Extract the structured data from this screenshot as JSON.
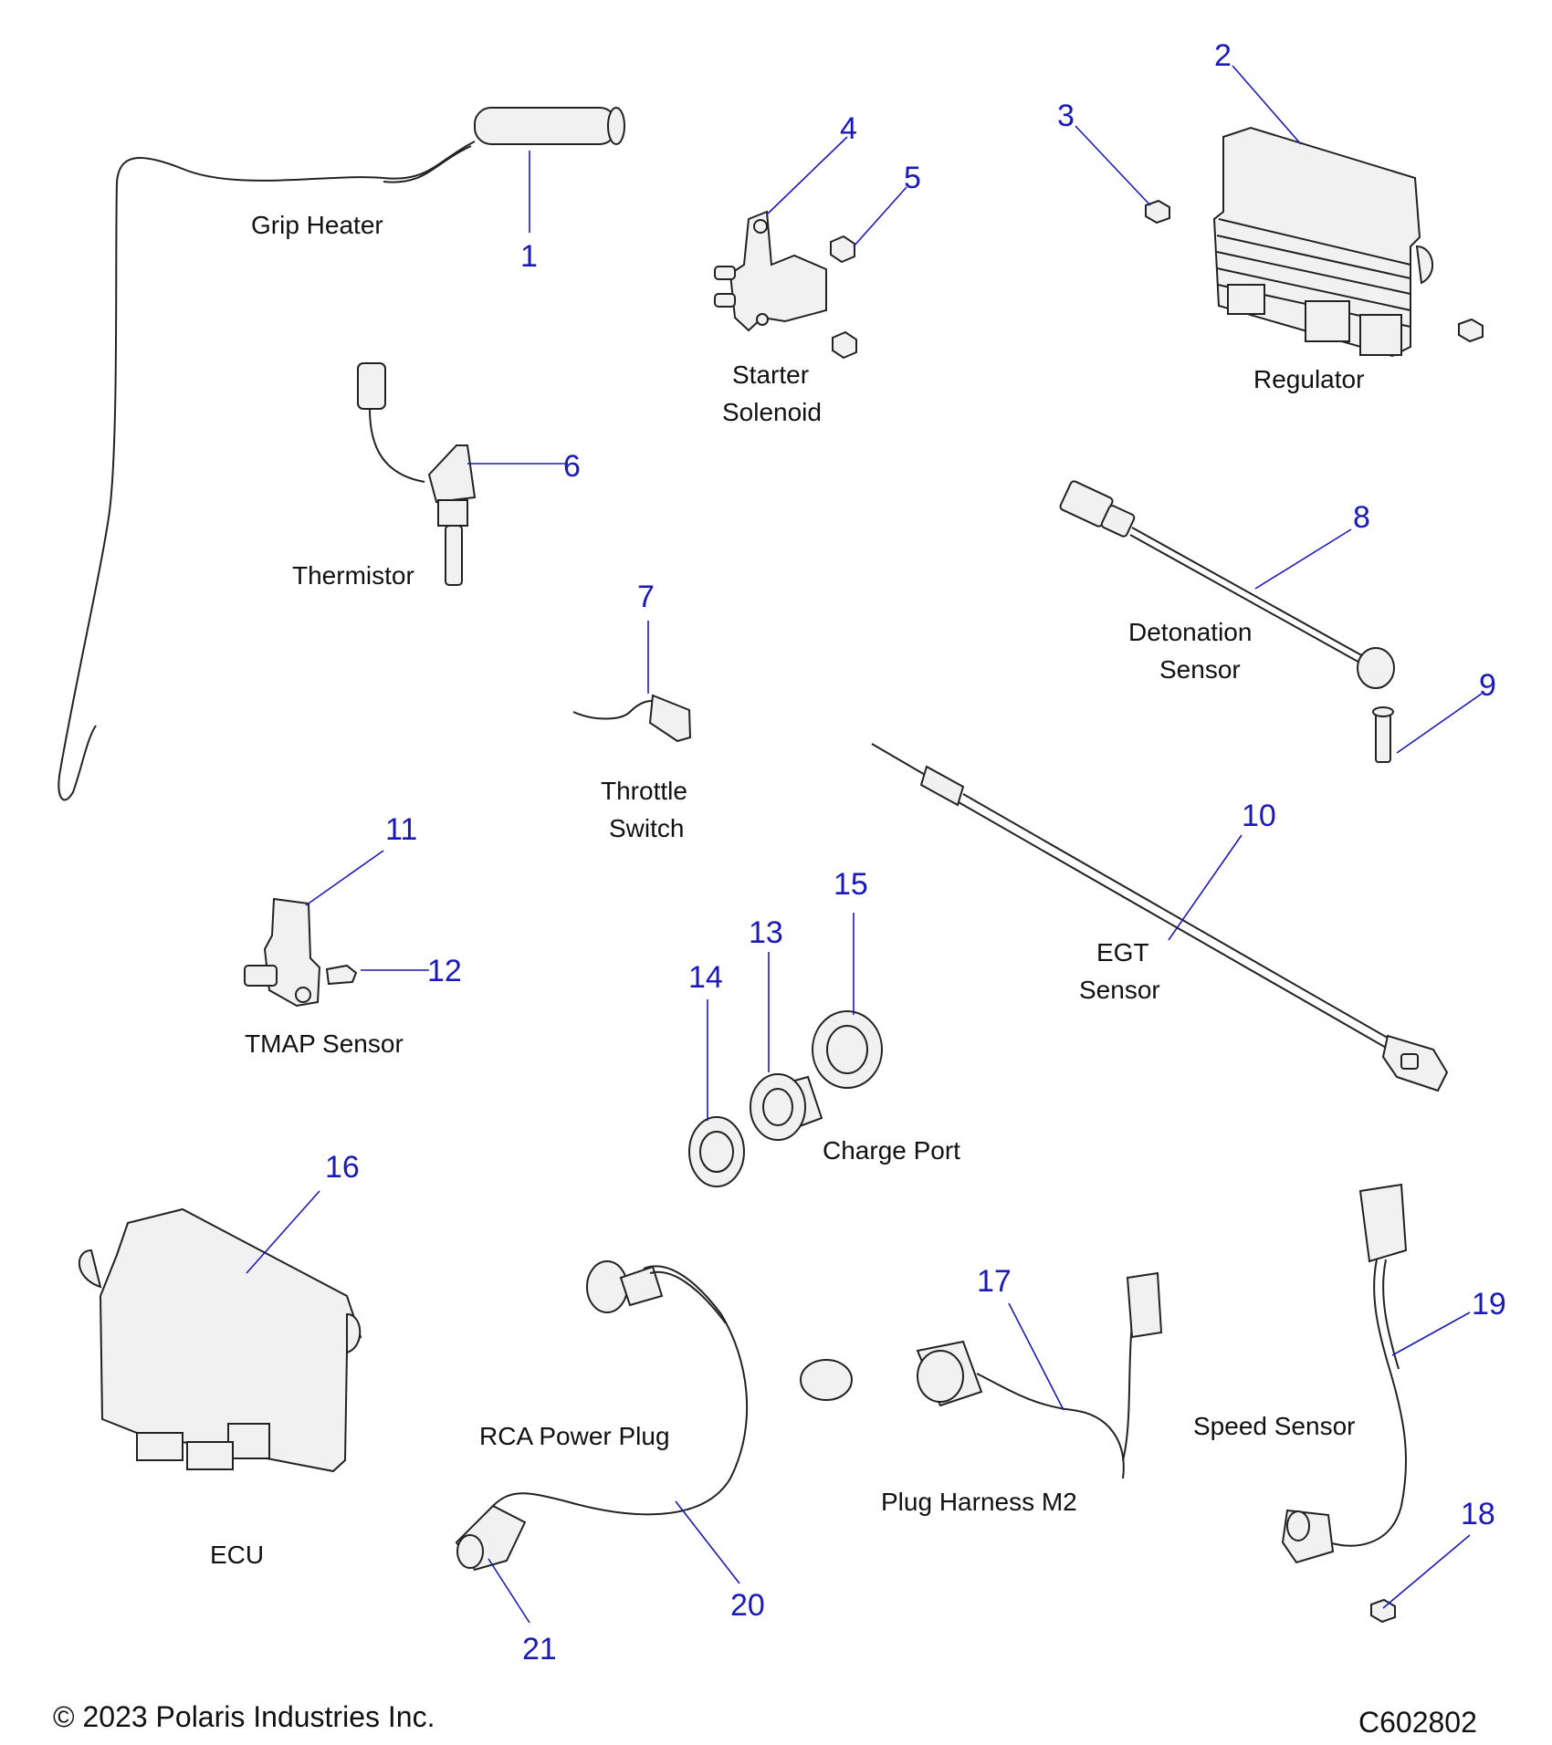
{
  "labels": {
    "grip_heater": "Grip Heater",
    "starter_1": "Starter",
    "starter_2": "Solenoid",
    "regulator": "Regulator",
    "thermistor": "Thermistor",
    "detonation_1": "Detonation",
    "detonation_2": "Sensor",
    "throttle_1": "Throttle",
    "throttle_2": "Switch",
    "egt_1": "EGT",
    "egt_2": "Sensor",
    "tmap": "TMAP Sensor",
    "charge_port": "Charge Port",
    "ecu": "ECU",
    "rca": "RCA Power Plug",
    "plug_harness": "Plug Harness M2",
    "speed_sensor": "Speed Sensor"
  },
  "callouts": {
    "c1": "1",
    "c2": "2",
    "c3": "3",
    "c4": "4",
    "c5": "5",
    "c6": "6",
    "c7": "7",
    "c8": "8",
    "c9": "9",
    "c10": "10",
    "c11": "11",
    "c12": "12",
    "c13": "13",
    "c14": "14",
    "c15": "15",
    "c16": "16",
    "c17": "17",
    "c18": "18",
    "c19": "19",
    "c20": "20",
    "c21": "21"
  },
  "footer": {
    "copyright": "© 2023 Polaris Industries Inc.",
    "code": "C602802"
  },
  "colors": {
    "callout": "#1a1ab8",
    "text": "#111111",
    "part_fill": "#f1f1f1"
  }
}
